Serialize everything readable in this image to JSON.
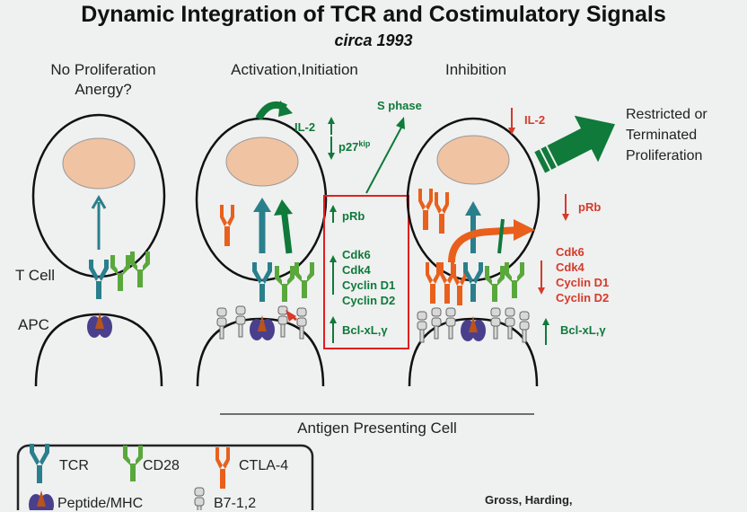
{
  "header": {
    "title": "Dynamic Integration of TCR and Costimulatory Signals",
    "subtitle": "circa 1993"
  },
  "columns": [
    {
      "label_line1": "No Proliferation",
      "label_line2": "Anergy?"
    },
    {
      "label_line1": "Activation,Initiation",
      "label_line2": ""
    },
    {
      "label_line1": "Inhibition",
      "label_line2": ""
    }
  ],
  "side_labels": {
    "t_cell": "T Cell",
    "apc": "APC"
  },
  "activation_markers": {
    "il2": "IL-2",
    "p27": "p27",
    "p27_sup": "kip",
    "s_phase": "S phase",
    "prb": "pRb",
    "cdk6": "Cdk6",
    "cdk4": "Cdk4",
    "cyclin_d1": "Cyclin D1",
    "cyclin_d2": "Cyclin D2",
    "bcl": "Bcl-xL,γ"
  },
  "inhibition_markers": {
    "il2": "IL-2",
    "prb": "pRb",
    "cdk6": "Cdk6",
    "cdk4": "Cdk4",
    "cyclin_d1": "Cyclin D1",
    "cyclin_d2": "Cyclin D2",
    "bcl": "Bcl-xL,γ"
  },
  "outcome": {
    "line1": "Restricted or",
    "line2": "Terminated",
    "line3": "Proliferation"
  },
  "apc_caption": "Antigen Presenting Cell",
  "legend": {
    "tcr": "TCR",
    "cd28": "CD28",
    "ctla4": "CTLA-4",
    "peptide_mhc": "Peptide/MHC",
    "b7": "B7-1,2"
  },
  "credit": "Gross, Harding,",
  "colors": {
    "green": "#0f7a3a",
    "red": "#d63a2a",
    "teal": "#2a7f8c",
    "orange": "#e8601c",
    "nucleus": "#f0c3a2",
    "mhc": "#4a3f8c",
    "highlight": "#e0201e"
  }
}
